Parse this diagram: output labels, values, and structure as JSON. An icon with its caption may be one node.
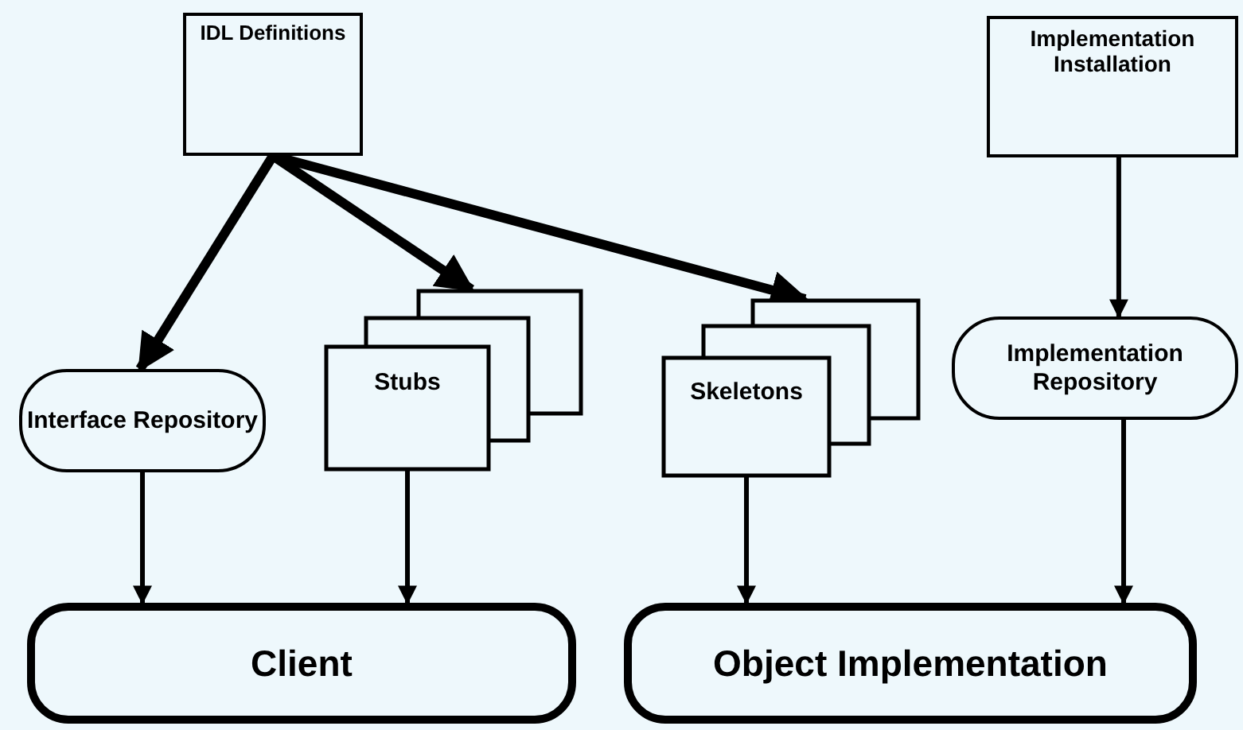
{
  "diagram": {
    "nodes": [
      {
        "text": [
          "IDL Definitions"
        ]
      },
      {
        "text": [
          "Implementation Installation"
        ]
      },
      {
        "text": [
          "Interface Repository"
        ]
      },
      {
        "text": [
          "Stubs"
        ]
      },
      {
        "text": [
          "Skeletons"
        ]
      },
      {
        "text": [
          "Implementation Repository"
        ]
      },
      {
        "text": [
          "Client"
        ]
      },
      {
        "text": [
          "Object Implementation"
        ]
      }
    ],
    "edges": [
      {
        "from": 0,
        "to": 2,
        "arrow": "to",
        "style": "thick"
      },
      {
        "from": 0,
        "to": 3,
        "arrow": "to",
        "style": "thick"
      },
      {
        "from": 0,
        "to": 4,
        "arrow": "to",
        "style": "thick"
      },
      {
        "from": 1,
        "to": 5,
        "arrow": "to"
      },
      {
        "from": 2,
        "to": 6,
        "arrow": "to"
      },
      {
        "from": 3,
        "to": 6,
        "arrow": "to"
      },
      {
        "from": 4,
        "to": 7,
        "arrow": "to"
      },
      {
        "from": 5,
        "to": 7,
        "arrow": "to"
      }
    ]
  }
}
